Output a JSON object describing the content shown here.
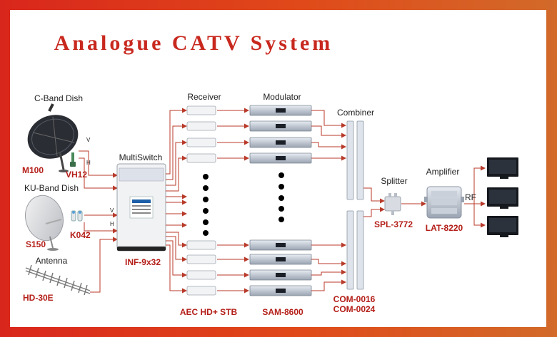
{
  "title": "Analogue CATV System",
  "sources": {
    "c_band": {
      "label": "C-Band Dish",
      "model": "M100",
      "lnb": "VH12"
    },
    "ku_band": {
      "label": "KU-Band Dish",
      "model": "S150",
      "lnb": "K042"
    },
    "antenna": {
      "label": "Antenna",
      "model": "HD-30E"
    },
    "pol_v": "V",
    "pol_h": "H"
  },
  "multiswitch": {
    "label": "MultiSwitch",
    "model": "INF-9x32"
  },
  "receiver": {
    "label": "Receiver",
    "model": "AEC HD+ STB"
  },
  "modulator": {
    "label": "Modulator",
    "model": "SAM-8600"
  },
  "combiner": {
    "label": "Combiner",
    "model_1": "COM-0016",
    "model_2": "COM-0024"
  },
  "splitter": {
    "label": "Splitter",
    "model": "SPL-3772"
  },
  "amplifier": {
    "label": "Amplifier",
    "model": "LAT-8220"
  },
  "rf_label": "RF",
  "colors": {
    "accent": "#c8281e",
    "line": "#b83a2a",
    "frame": "#d9261c"
  }
}
